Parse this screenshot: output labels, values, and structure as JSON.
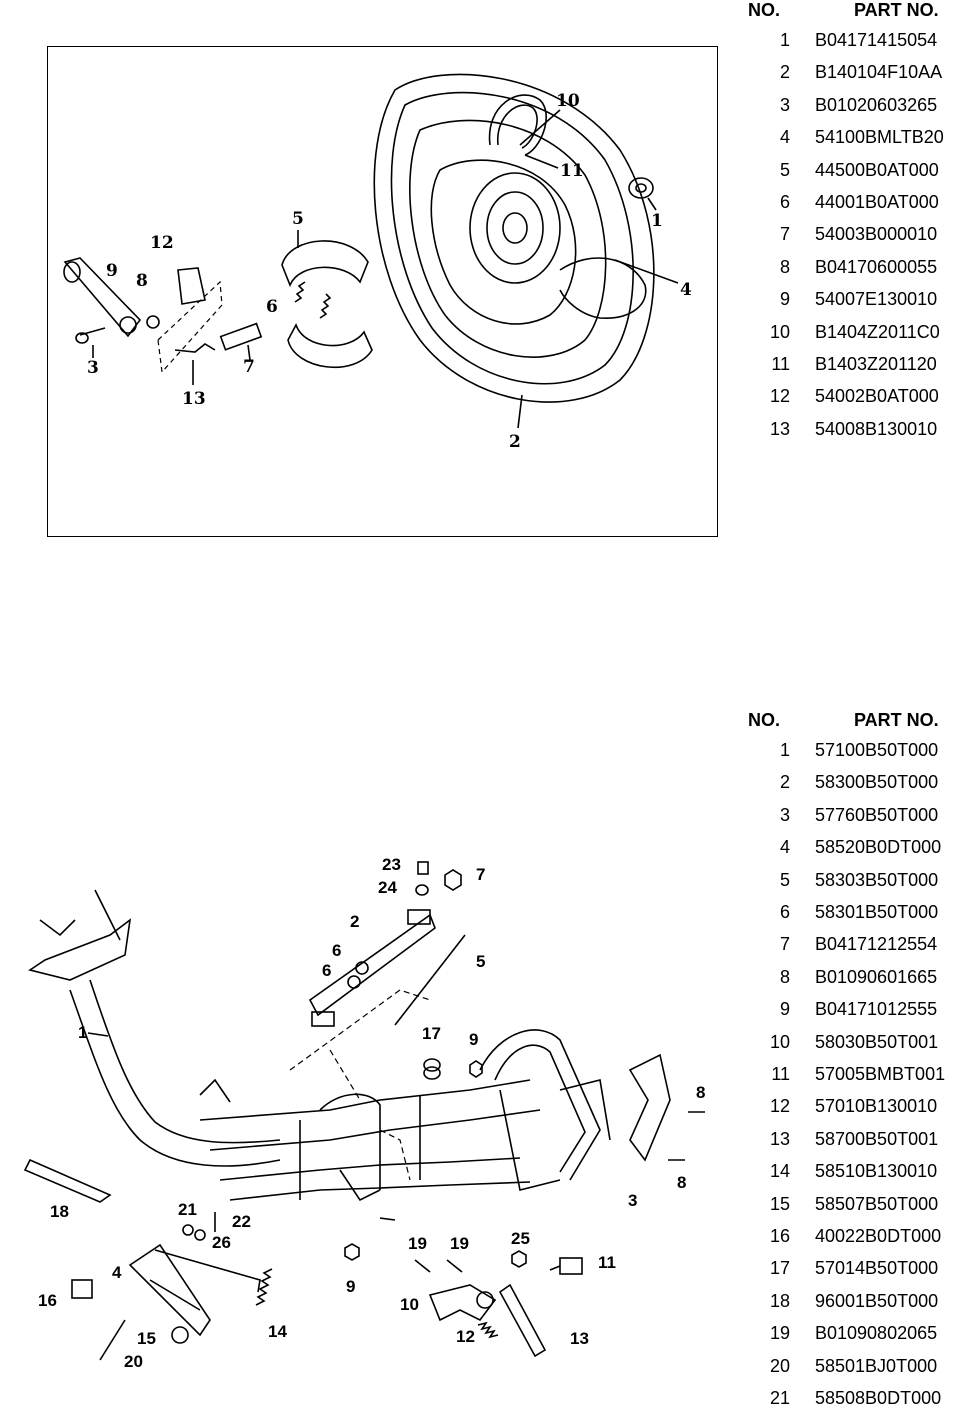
{
  "parts_table_1": {
    "header_no": "NO.",
    "header_part": "PART NO.",
    "rows": [
      {
        "no": "1",
        "part": "B04171415054"
      },
      {
        "no": "2",
        "part": "B140104F10AA"
      },
      {
        "no": "3",
        "part": "B01020603265"
      },
      {
        "no": "4",
        "part": "54100BMLTB20"
      },
      {
        "no": "5",
        "part": "44500B0AT000"
      },
      {
        "no": "6",
        "part": "44001B0AT000"
      },
      {
        "no": "7",
        "part": "54003B000010"
      },
      {
        "no": "8",
        "part": "B04170600055"
      },
      {
        "no": "9",
        "part": "54007E130010"
      },
      {
        "no": "10",
        "part": "B1404Z2011C0"
      },
      {
        "no": "11",
        "part": "B1403Z201120"
      },
      {
        "no": "12",
        "part": "54002B0AT000"
      },
      {
        "no": "13",
        "part": "54008B130010"
      }
    ]
  },
  "parts_table_2": {
    "header_no": "NO.",
    "header_part": "PART NO.",
    "rows": [
      {
        "no": "1",
        "part": "57100B50T000"
      },
      {
        "no": "2",
        "part": "58300B50T000"
      },
      {
        "no": "3",
        "part": "57760B50T000"
      },
      {
        "no": "4",
        "part": "58520B0DT000"
      },
      {
        "no": "5",
        "part": "58303B50T000"
      },
      {
        "no": "6",
        "part": "58301B50T000"
      },
      {
        "no": "7",
        "part": "B04171212554"
      },
      {
        "no": "8",
        "part": "B01090601665"
      },
      {
        "no": "9",
        "part": "B04171012555"
      },
      {
        "no": "10",
        "part": "58030B50T001"
      },
      {
        "no": "11",
        "part": "57005BMBT001"
      },
      {
        "no": "12",
        "part": "57010B130010"
      },
      {
        "no": "13",
        "part": "58700B50T001"
      },
      {
        "no": "14",
        "part": "58510B130010"
      },
      {
        "no": "15",
        "part": "58507B50T000"
      },
      {
        "no": "16",
        "part": "40022B0DT000"
      },
      {
        "no": "17",
        "part": "57014B50T000"
      },
      {
        "no": "18",
        "part": "96001B50T000"
      },
      {
        "no": "19",
        "part": "B01090802065"
      },
      {
        "no": "20",
        "part": "58501BJ0T000"
      },
      {
        "no": "21",
        "part": "58508B0DT000"
      }
    ]
  },
  "diagram_1": {
    "callouts": [
      "1",
      "2",
      "3",
      "4",
      "5",
      "6",
      "7",
      "8",
      "9",
      "10",
      "11",
      "12",
      "13"
    ]
  },
  "diagram_2": {
    "callouts": [
      "1",
      "2",
      "3",
      "4",
      "5",
      "6",
      "6",
      "7",
      "8",
      "8",
      "9",
      "9",
      "10",
      "11",
      "12",
      "13",
      "14",
      "15",
      "16",
      "17",
      "18",
      "19",
      "19",
      "20",
      "21",
      "22",
      "23",
      "24",
      "25",
      "26"
    ]
  }
}
